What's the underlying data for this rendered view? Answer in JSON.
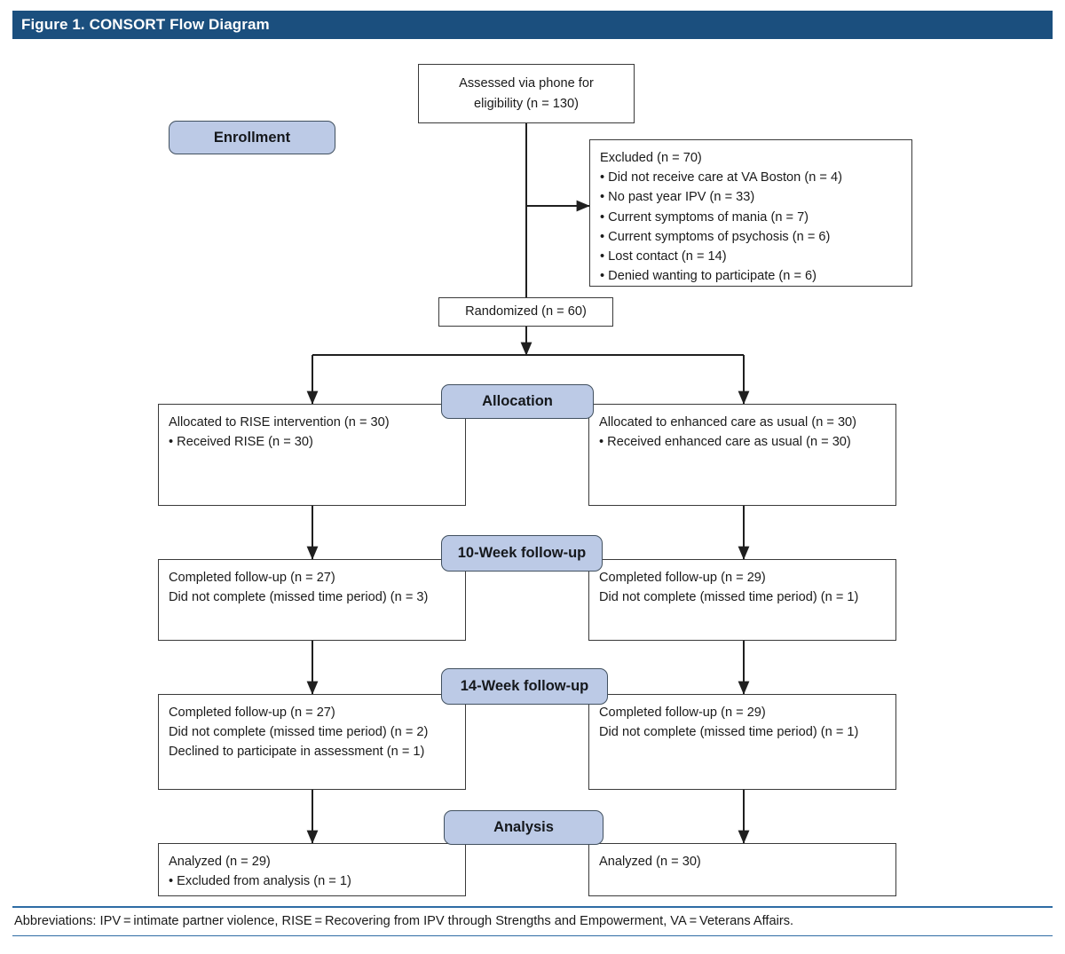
{
  "figure": {
    "title": "Figure 1. CONSORT Flow Diagram",
    "title_bar_color": "#1b4f7e",
    "pill_color": "#bccae6",
    "rule_color": "#2e6ca4"
  },
  "stages": {
    "enrollment": "Enrollment",
    "allocation": "Allocation",
    "followup10": "10-Week follow-up",
    "followup14": "14-Week follow-up",
    "analysis": "Analysis"
  },
  "boxes": {
    "assessed": {
      "line1": "Assessed via phone for",
      "line2": "eligibility (n = 130)"
    },
    "excluded": {
      "header": "Excluded (n = 70)",
      "items": [
        "• Did not receive care at VA Boston (n = 4)",
        "• No past year IPV (n = 33)",
        "• Current symptoms of mania (n = 7)",
        "• Current symptoms of psychosis (n = 6)",
        "• Lost contact (n = 14)",
        "• Denied wanting to participate (n = 6)"
      ]
    },
    "randomized": {
      "text": "Randomized (n = 60)"
    },
    "alloc_left": {
      "line1": "Allocated to RISE intervention (n = 30)",
      "line2": "• Received RISE (n = 30)"
    },
    "alloc_right": {
      "line1": "Allocated to enhanced care as usual (n = 30)",
      "line2": "• Received enhanced care as usual (n = 30)"
    },
    "fu10_left": {
      "line1": "Completed follow-up (n = 27)",
      "line2": "Did not complete (missed time period) (n = 3)"
    },
    "fu10_right": {
      "line1": "Completed follow-up (n = 29)",
      "line2": "Did not complete (missed time period) (n = 1)"
    },
    "fu14_left": {
      "line1": "Completed follow-up (n = 27)",
      "line2": "Did not complete (missed time period) (n = 2)",
      "line3": "Declined to participate in assessment (n = 1)"
    },
    "fu14_right": {
      "line1": "Completed follow-up (n = 29)",
      "line2": "Did not complete (missed time period) (n = 1)"
    },
    "analysis_left": {
      "line1": "Analyzed (n = 29)",
      "line2": "• Excluded from analysis (n = 1)"
    },
    "analysis_right": {
      "line1": "Analyzed (n = 30)"
    }
  },
  "footnote": {
    "text": "Abbreviations: IPV = intimate partner violence, RISE = Recovering from IPV through Strengths and Empowerment, VA = Veterans Affairs."
  },
  "chart_data": {
    "type": "diagram",
    "title": "Figure 1. CONSORT Flow Diagram",
    "nodes": [
      {
        "id": "assessed",
        "label": "Assessed via phone for eligibility (n = 130)",
        "n": 130
      },
      {
        "id": "excluded",
        "label": "Excluded (n = 70)",
        "n": 70,
        "reasons": [
          {
            "label": "Did not receive care at VA Boston",
            "n": 4
          },
          {
            "label": "No past year IPV",
            "n": 33
          },
          {
            "label": "Current symptoms of mania",
            "n": 7
          },
          {
            "label": "Current symptoms of psychosis",
            "n": 6
          },
          {
            "label": "Lost contact",
            "n": 14
          },
          {
            "label": "Denied wanting to participate",
            "n": 6
          }
        ]
      },
      {
        "id": "randomized",
        "label": "Randomized (n = 60)",
        "n": 60
      },
      {
        "id": "alloc_left",
        "label": "Allocated to RISE intervention",
        "n": 30,
        "received": 30
      },
      {
        "id": "alloc_right",
        "label": "Allocated to enhanced care as usual",
        "n": 30,
        "received": 30
      },
      {
        "id": "fu10_left",
        "label": "10-Week follow-up, RISE",
        "completed": 27,
        "did_not_complete": 3
      },
      {
        "id": "fu10_right",
        "label": "10-Week follow-up, enhanced care as usual",
        "completed": 29,
        "did_not_complete": 1
      },
      {
        "id": "fu14_left",
        "label": "14-Week follow-up, RISE",
        "completed": 27,
        "did_not_complete": 2,
        "declined": 1
      },
      {
        "id": "fu14_right",
        "label": "14-Week follow-up, enhanced care as usual",
        "completed": 29,
        "did_not_complete": 1
      },
      {
        "id": "analysis_left",
        "label": "Analyzed, RISE",
        "n": 29,
        "excluded_from_analysis": 1
      },
      {
        "id": "analysis_right",
        "label": "Analyzed, enhanced care as usual",
        "n": 30
      }
    ],
    "stages": [
      "Enrollment",
      "Allocation",
      "10-Week follow-up",
      "14-Week follow-up",
      "Analysis"
    ]
  }
}
